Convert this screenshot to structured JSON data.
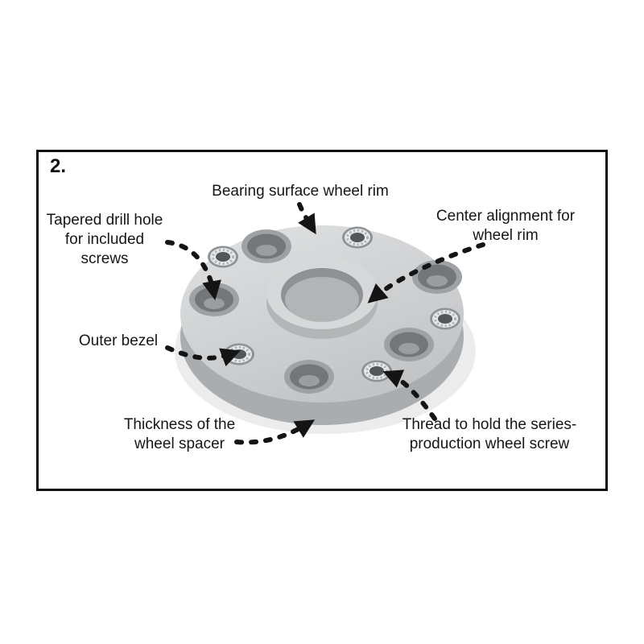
{
  "figure": {
    "step": "2.",
    "labels": {
      "bearing_surface": "Bearing surface wheel rim",
      "tapered_drill_hole": "Tapered drill hole\nfor included\nscrews",
      "center_alignment": "Center alignment for\nwheel rim",
      "outer_bezel": "Outer bezel",
      "thickness": "Thickness of the\nwheel spacer",
      "thread": "Thread to hold the series-\nproduction wheel screw"
    },
    "colors": {
      "frame_border": "#101010",
      "arrow": "#141414",
      "spacer_top": "#d5d7d8",
      "spacer_side": "#aaadaf",
      "hole_dark": "#747779",
      "insert_bright": "#e4e6e7",
      "text": "#161616"
    }
  }
}
